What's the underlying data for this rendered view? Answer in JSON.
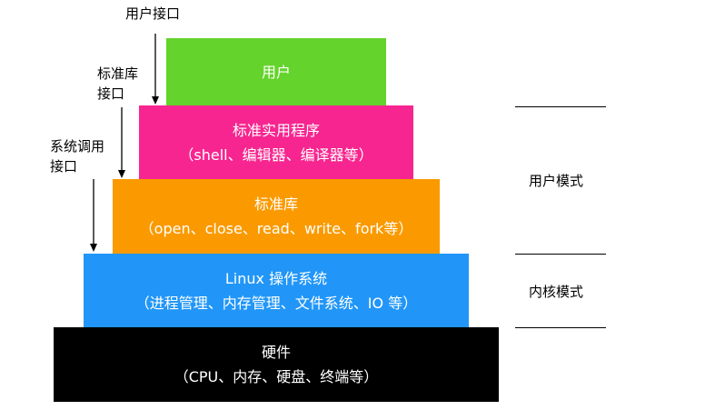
{
  "layers": {
    "user": {
      "title": "用户",
      "color": "#64d32b"
    },
    "stdutil": {
      "title": "标准实用程序",
      "subtitle": "（shell、编辑器、编译器等）",
      "color": "#f7258f"
    },
    "stdlib": {
      "title": "标准库",
      "subtitle": "（open、close、read、write、fork等）",
      "color": "#fa9a00"
    },
    "os": {
      "title": "Linux 操作系统",
      "subtitle": "（进程管理、内存管理、文件系统、IO 等）",
      "color": "#2196f8"
    },
    "hardware": {
      "title": "硬件",
      "subtitle": "（CPU、内存、硬盘、终端等）",
      "color": "#000000"
    }
  },
  "interfaces": {
    "user_interface": "用户接口",
    "stdlib_interface_line1": "标准库",
    "stdlib_interface_line2": "接口",
    "syscall_interface_line1": "系统调用",
    "syscall_interface_line2": "接口"
  },
  "modes": {
    "user_mode": "用户模式",
    "kernel_mode": "内核模式"
  }
}
